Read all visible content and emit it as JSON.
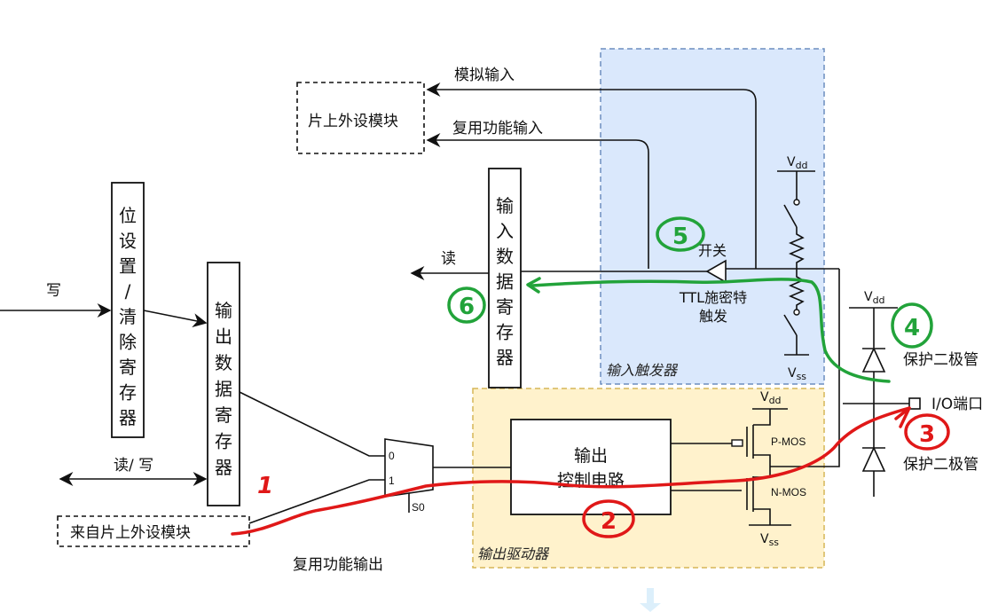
{
  "colors": {
    "input_trigger_bg": "#dae8fc",
    "input_trigger_border": "#6c8ebf",
    "output_driver_bg": "#fff2cc",
    "output_driver_border": "#d6b656",
    "red_annotation": "#e01818",
    "green_annotation": "#22a33a"
  },
  "peripheral_module": {
    "label": "片上外设模块"
  },
  "analog_input": {
    "label": "模拟输入"
  },
  "alt_function_input": {
    "label": "复用功能输入"
  },
  "bit_set_reset_register": {
    "chars": [
      "位",
      "设",
      "置",
      "/",
      "清",
      "除",
      "寄",
      "存",
      "器"
    ]
  },
  "output_data_register": {
    "chars": [
      "输",
      "出",
      "数",
      "据",
      "寄",
      "存",
      "器"
    ]
  },
  "input_data_register": {
    "chars": [
      "输",
      "入",
      "数",
      "据",
      "寄",
      "存",
      "器"
    ]
  },
  "write_label": "写",
  "read_write_label": "读/ 写",
  "read_label": "读",
  "from_peripheral": {
    "label": "来自片上外设模块"
  },
  "alt_function_output": {
    "label": "复用功能输出"
  },
  "mux": {
    "input0": "0",
    "input1": "1",
    "select": "S0"
  },
  "input_trigger": {
    "title": "输入触发器",
    "switch_label": "开关",
    "schmitt_label_line1": "TTL施密特",
    "schmitt_label_line2": "触发",
    "vdd": "V",
    "vdd_sub": "dd",
    "vss": "V",
    "vss_sub": "ss"
  },
  "output_driver": {
    "title": "输出驱动器",
    "control_circuit_line1": "输出",
    "control_circuit_line2": "控制电路",
    "pmos": "P-MOS",
    "nmos": "N-MOS",
    "vdd": "V",
    "vdd_sub": "dd",
    "vss": "V",
    "vss_sub": "ss"
  },
  "protection": {
    "vdd": "V",
    "vdd_sub": "dd",
    "diode_top_label": "保护二极管",
    "diode_bottom_label": "保护二极管"
  },
  "io_port": {
    "label": "I/O端口"
  },
  "annotations": {
    "red": [
      "1",
      "2",
      "3"
    ],
    "green": [
      "4",
      "5",
      "6"
    ]
  }
}
